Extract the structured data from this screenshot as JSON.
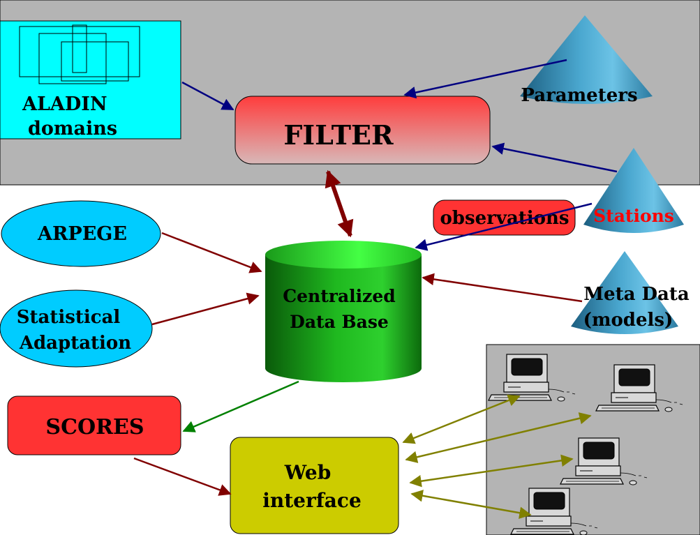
{
  "nodes": {
    "aladin": {
      "line1": "ALADIN",
      "line2": "domains"
    },
    "filter": {
      "label": "FILTER"
    },
    "parameters": {
      "label": "Parameters"
    },
    "stations": {
      "label": "Stations"
    },
    "observations": {
      "label": "observations"
    },
    "arpege": {
      "label": "ARPEGE"
    },
    "statistical": {
      "line1": "Statistical",
      "line2": "Adaptation"
    },
    "database": {
      "line1": "Centralized",
      "line2": "Data Base"
    },
    "metadata": {
      "line1": "Meta Data",
      "line2": "(models)"
    },
    "scores": {
      "label": "SCORES"
    },
    "web": {
      "line1": "Web",
      "line2": "interface"
    }
  },
  "colors": {
    "top_panel": "#b4b4b4",
    "aladin_box": "#00ffff",
    "filter_top": "#ff3f3f",
    "filter_bottom": "#d9b7b7",
    "ellipse": "#00ccff",
    "scores": "#ff3333",
    "web": "#cccc00",
    "cylinder": "#22cc22",
    "cone": "#3ba5d0",
    "stations_text": "#ff0000",
    "arrow_navy": "#000080",
    "arrow_maroon": "#800000",
    "arrow_green": "#008000",
    "arrow_olive": "#808000"
  }
}
